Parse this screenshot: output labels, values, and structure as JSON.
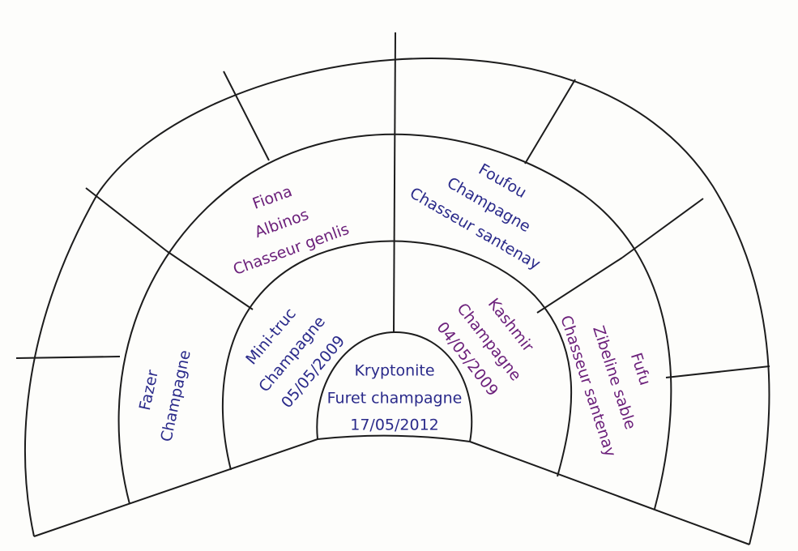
{
  "colors": {
    "ink": "#1c1c1c",
    "male_text": "#2a2a8a",
    "female_text": "#6b1f7a"
  },
  "subject": {
    "name": "Kryptonite",
    "color_type": "Furet champagne",
    "birth_date": "17/05/2012"
  },
  "parents": {
    "father": {
      "name": "Mini-truc",
      "color_type": "Champagne",
      "birth_date": "05/05/2009"
    },
    "mother": {
      "name": "Kashmir",
      "color_type": "Champagne",
      "birth_date": "04/05/2009"
    }
  },
  "grandparents": {
    "paternal_grandfather": {
      "name": "Fazer",
      "color_type": "Champagne"
    },
    "paternal_grandmother": {
      "name": "Fiona",
      "color_type": "Albinos",
      "origin": "Chasseur genlis"
    },
    "maternal_grandfather": {
      "name": "Foufou",
      "color_type": "Champagne",
      "origin": "Chasseur santenay"
    },
    "maternal_grandmother": {
      "name": "Fufu",
      "color_type": "Zibeline sable",
      "origin": "Chasseur santenay"
    }
  },
  "great_grandparents": [
    {
      "name": ""
    },
    {
      "name": ""
    },
    {
      "name": ""
    },
    {
      "name": ""
    },
    {
      "name": ""
    },
    {
      "name": ""
    },
    {
      "name": ""
    },
    {
      "name": ""
    }
  ]
}
